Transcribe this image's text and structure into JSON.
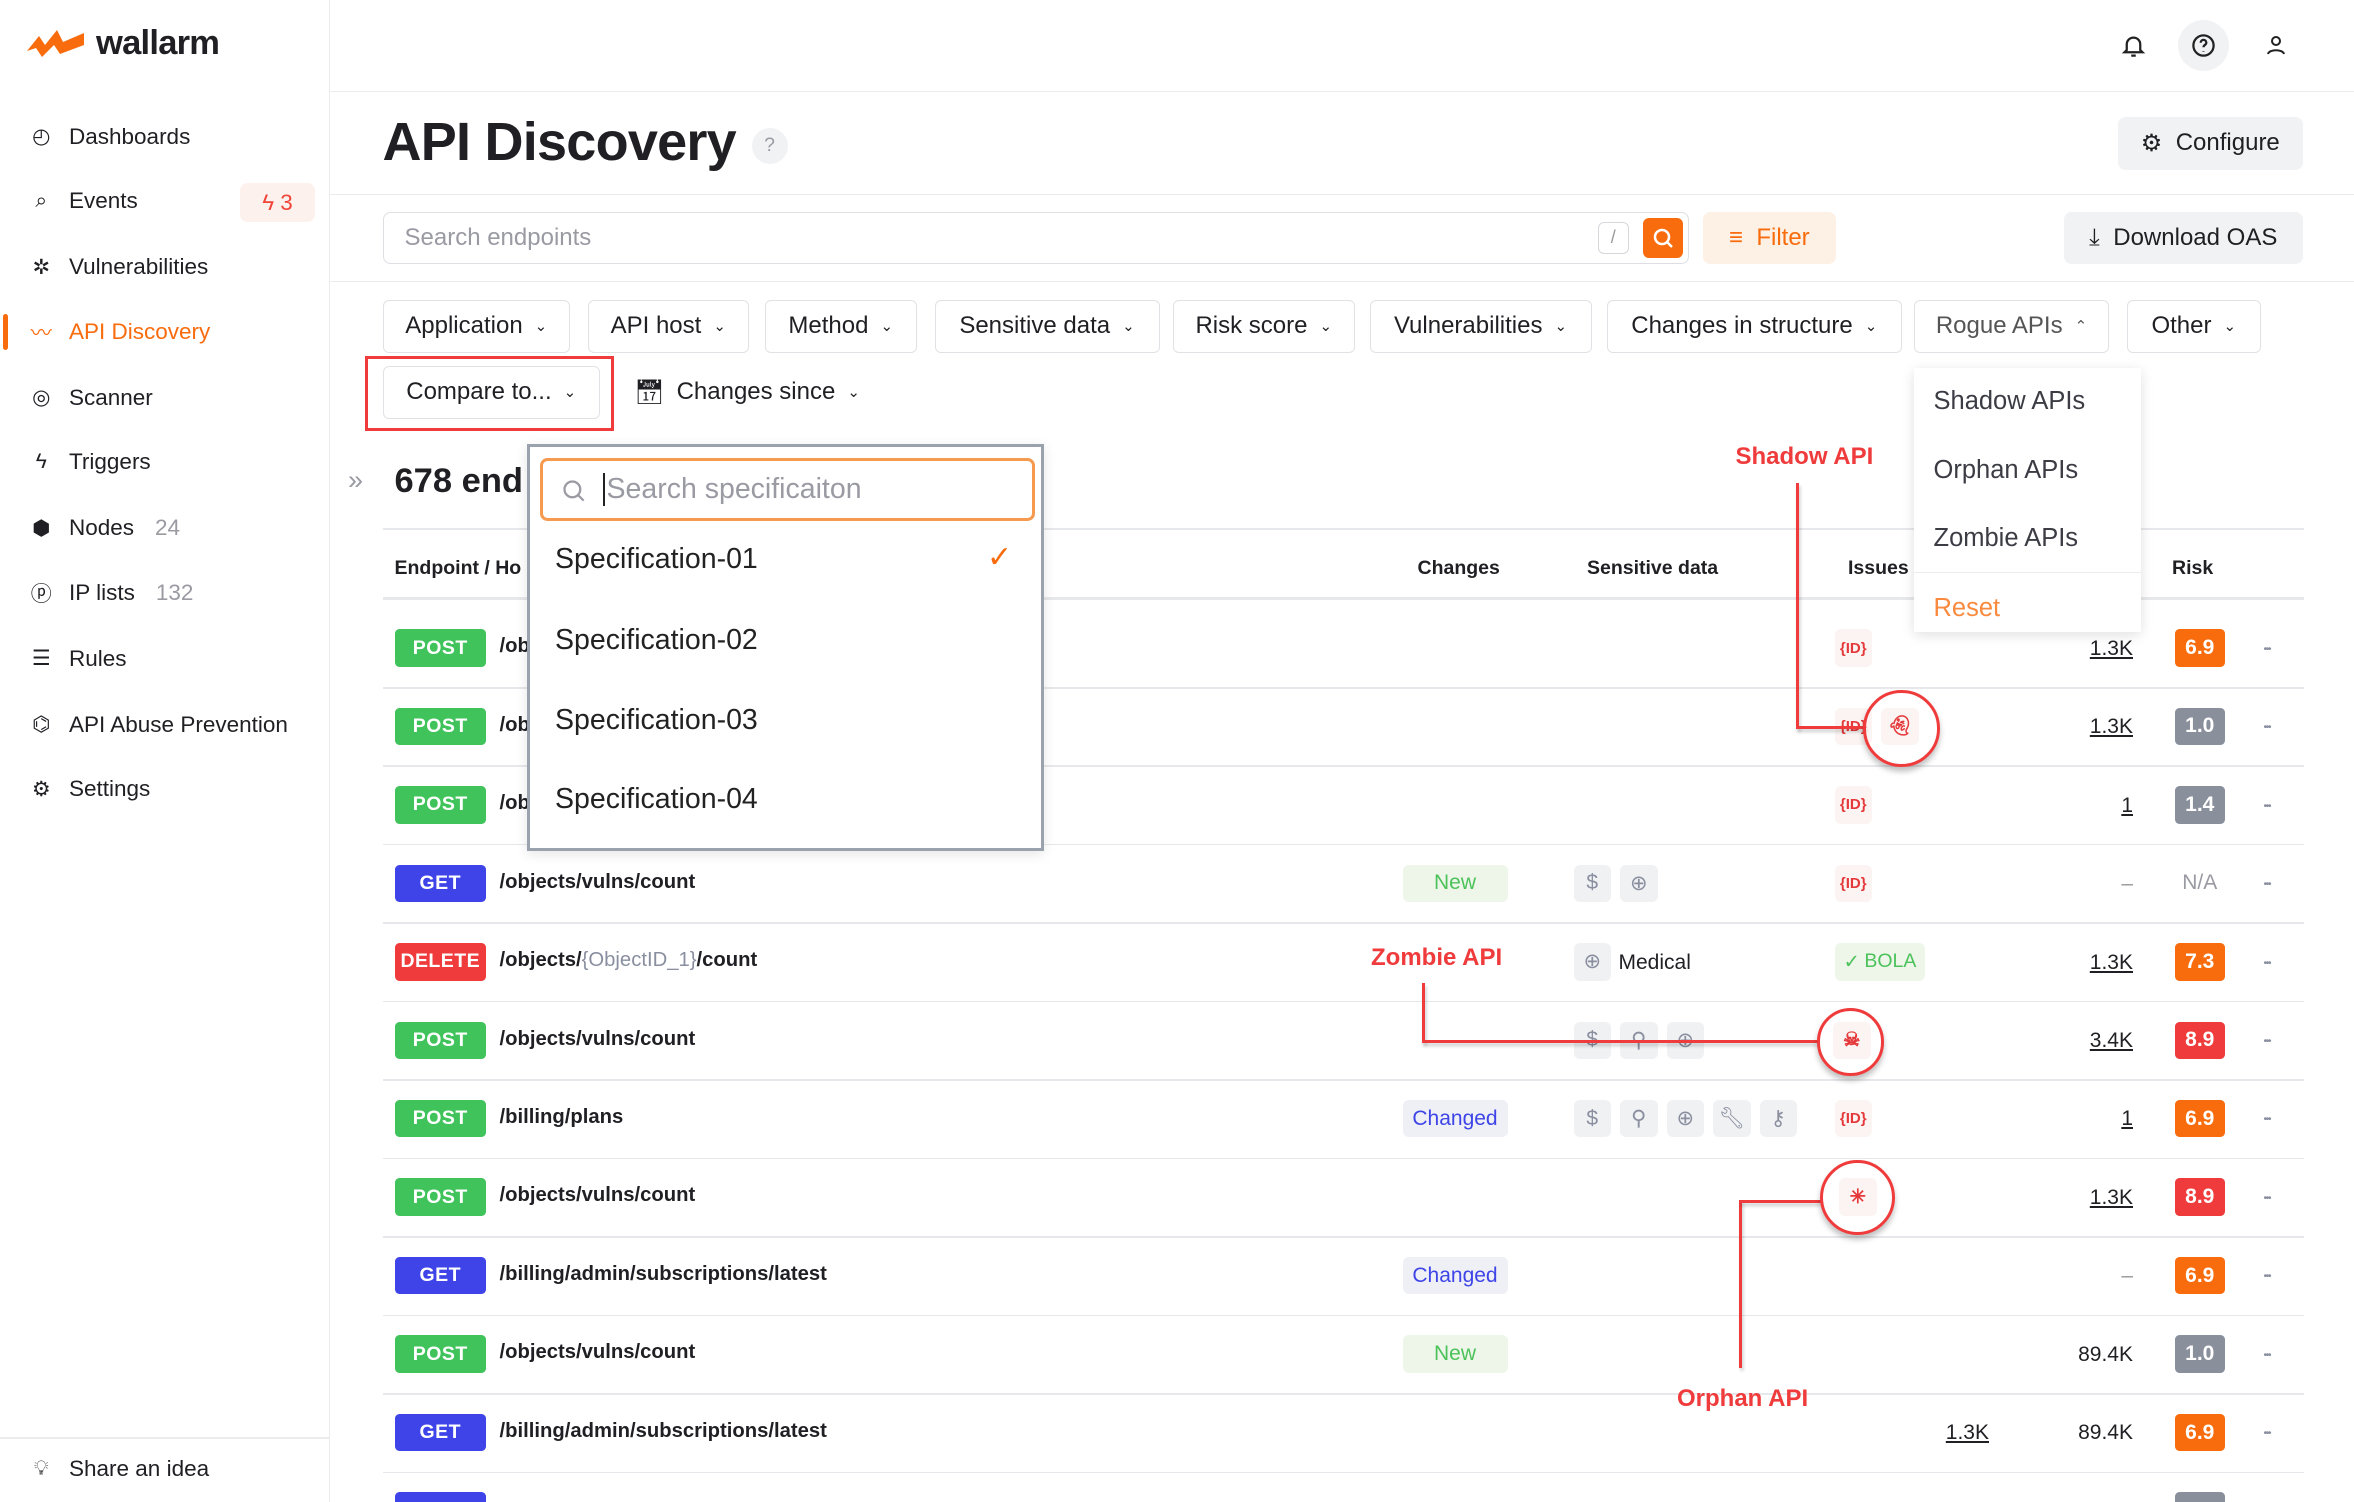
{
  "colors": {
    "accent": "#f96c0e",
    "post": "#3fc35a",
    "get": "#3e44e8",
    "delete": "#ef3b3b",
    "risk_orange": "#f96c0e",
    "risk_red": "#ef3b3b",
    "risk_gray": "#8a8f9c",
    "annotation": "#ef3b3b"
  },
  "brand": {
    "name": "wallarm"
  },
  "sidebar": {
    "items": [
      {
        "label": "Dashboards",
        "icon": "dashboard-icon"
      },
      {
        "label": "Events",
        "icon": "search-icon",
        "badge": "3"
      },
      {
        "label": "Vulnerabilities",
        "icon": "bug-icon"
      },
      {
        "label": "API Discovery",
        "icon": "pulse-icon",
        "active": true
      },
      {
        "label": "Scanner",
        "icon": "scanner-icon"
      },
      {
        "label": "Triggers",
        "icon": "bolt-icon"
      },
      {
        "label": "Nodes",
        "icon": "nodes-icon",
        "count": "24"
      },
      {
        "label": "IP lists",
        "icon": "ip-icon",
        "count": "132"
      },
      {
        "label": "Rules",
        "icon": "rules-icon"
      },
      {
        "label": "API Abuse Prevention",
        "icon": "bot-icon"
      },
      {
        "label": "Settings",
        "icon": "gear-icon"
      }
    ],
    "share": "Share an idea"
  },
  "header": {
    "title": "API Discovery",
    "configure": "Configure"
  },
  "toolbar": {
    "search_placeholder": "Search endpoints",
    "shortcut": "/",
    "filter": "Filter",
    "download": "Download OAS"
  },
  "filters": [
    "Application",
    "API host",
    "Method",
    "Sensitive data",
    "Risk score",
    "Vulnerabilities",
    "Changes in structure",
    "Rogue APIs",
    "Other"
  ],
  "filters2": {
    "compare": "Compare to...",
    "since": "Changes since"
  },
  "rogue_menu": {
    "items": [
      "Shadow APIs",
      "Orphan APIs",
      "Zombie APIs"
    ],
    "reset": "Reset"
  },
  "spec_menu": {
    "placeholder": "Search specificaiton",
    "items": [
      "Specification-01",
      "Specification-02",
      "Specification-03",
      "Specification-04"
    ],
    "selected": "Specification-01"
  },
  "summary": {
    "count": "678 end"
  },
  "table": {
    "headers": {
      "endpoint": "Endpoint / Ho",
      "changes": "Changes",
      "sensitive": "Sensitive data",
      "issues": "Issues",
      "risk": "Risk"
    },
    "rows": [
      {
        "method": "POST",
        "path": "/ob",
        "issues": [
          "id"
        ],
        "hits": "1.3K",
        "risk": "6.9",
        "level": "orange"
      },
      {
        "method": "POST",
        "path": "/ob",
        "issues": [
          "id",
          "ghost"
        ],
        "hits": "1.3K",
        "risk": "1.0",
        "level": "gray"
      },
      {
        "method": "POST",
        "path": "/ob",
        "issues": [
          "id"
        ],
        "hits": "1",
        "risk": "1.4",
        "level": "gray"
      },
      {
        "method": "GET",
        "path": "/objects/vulns/count",
        "change": "New",
        "sensitive": [
          "dollar",
          "medical"
        ],
        "issues": [
          "id"
        ],
        "hits": "–",
        "risk": "N/A",
        "level": "none"
      },
      {
        "method": "DELETE",
        "path_parts": [
          "/objects/",
          "{ObjectID_1}",
          "/count"
        ],
        "sensitive": [
          "medical"
        ],
        "sensitive_label": "Medical",
        "vuln": "BOLA",
        "hits": "1.3K",
        "risk": "7.3",
        "level": "orange"
      },
      {
        "method": "POST",
        "path": "/objects/vulns/count",
        "sensitive": [
          "dollar",
          "person",
          "medical"
        ],
        "issues": [
          "skull"
        ],
        "hits": "3.4K",
        "risk": "8.9",
        "level": "red"
      },
      {
        "method": "POST",
        "path": "/billing/plans",
        "change": "Changed",
        "sensitive": [
          "dollar",
          "person",
          "medical",
          "wrench",
          "key"
        ],
        "issues": [
          "id"
        ],
        "hits": "1",
        "risk": "6.9",
        "level": "orange"
      },
      {
        "method": "POST",
        "path": "/objects/vulns/count",
        "issues": [
          "spark"
        ],
        "hits": "1.3K",
        "risk": "8.9",
        "level": "red"
      },
      {
        "method": "GET",
        "path": "/billing/admin/subscriptions/latest",
        "change": "Changed",
        "hits": "–",
        "risk": "6.9",
        "level": "orange"
      },
      {
        "method": "POST",
        "path": "/objects/vulns/count",
        "change": "New",
        "hits": "89.4K",
        "risk": "1.0",
        "level": "gray"
      },
      {
        "method": "GET",
        "path": "/billing/admin/subscriptions/latest",
        "extra": "1.3K",
        "hits": "89.4K",
        "risk": "6.9",
        "level": "orange"
      },
      {
        "method": "GET",
        "path": "",
        "level": "gray"
      }
    ]
  },
  "annotations": {
    "shadow": "Shadow API",
    "zombie": "Zombie API",
    "orphan": "Orphan API"
  }
}
